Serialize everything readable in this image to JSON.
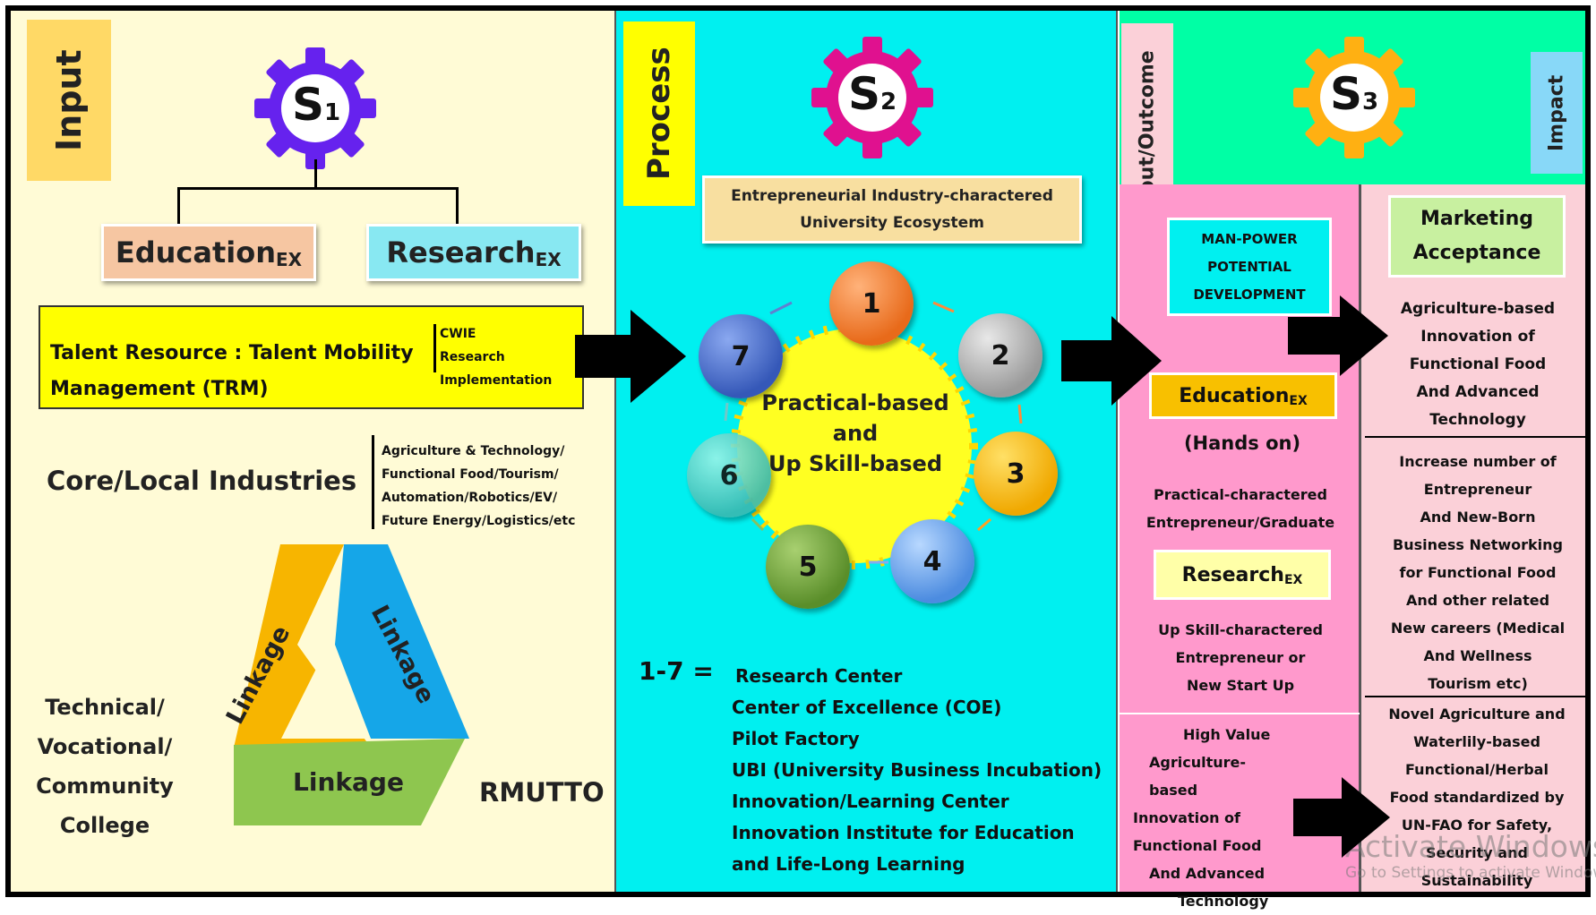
{
  "input": {
    "label": "Input",
    "gear_text": "S",
    "gear_sub": "1",
    "education": "Education",
    "education_sub": "EX",
    "research": "Research",
    "research_sub": "EX",
    "trm_line1": "Talent Resource : Talent Mobility",
    "trm_line2": "Management (TRM)",
    "trm_side": [
      "CWIE",
      "Research",
      "Implementation"
    ],
    "core_local": "Core/Local Industries",
    "industries": [
      "Agriculture & Technology/",
      "Functional Food/Tourism/",
      "Automation/Robotics/EV/",
      "Future Energy/Logistics/etc"
    ],
    "linkage": "Linkage",
    "technical": [
      "Technical/",
      "Vocational/",
      "Community",
      "College"
    ],
    "rmutto": "RMUTTO"
  },
  "process": {
    "label": "Process",
    "gear_text": "S",
    "gear_sub": "2",
    "ecosystem_line1": "Entrepreneurial Industry-charactered",
    "ecosystem_line2": "University Ecosystem",
    "center_text": [
      "Practical-based",
      "and",
      "Up Skill-based"
    ],
    "balls": [
      "1",
      "2",
      "3",
      "4",
      "5",
      "6",
      "7"
    ],
    "legend_key": "1-7 =",
    "legend_items": [
      "Research Center",
      "Center of Excellence (COE)",
      "Pilot Factory",
      "UBI (University Business Incubation)",
      "Innovation/Learning Center",
      "Innovation Institute for Education",
      "and Life-Long Learning"
    ]
  },
  "output": {
    "label": "Output/Outcome",
    "gear_text": "S",
    "gear_sub": "3",
    "manpower": [
      "MAN-POWER",
      "POTENTIAL",
      "DEVELOPMENT"
    ],
    "education": "Education",
    "education_sub": "EX",
    "hands_on": "(Hands on)",
    "practical": [
      "Practical-charactered",
      "Entrepreneur/Graduate"
    ],
    "research": "Research",
    "research_sub": "EX",
    "upskill": [
      "Up Skill-charactered",
      "Entrepreneur or",
      "New Start Up"
    ],
    "high_value": [
      "High Value",
      "Agriculture-based",
      "Innovation of",
      "Functional Food",
      "And Advanced",
      "Technology"
    ]
  },
  "impact": {
    "label": "Impact",
    "marketing": [
      "Marketing",
      "Acceptance"
    ],
    "block1": [
      "Agriculture-based",
      "Innovation of",
      "Functional Food",
      "And Advanced",
      "Technology"
    ],
    "block2": [
      "Increase number of",
      "Entrepreneur",
      "And New-Born",
      "Business Networking",
      "for Functional Food",
      "And other related",
      "New careers (Medical",
      "And Wellness",
      "Tourism etc)"
    ],
    "block3": [
      "Novel Agriculture and",
      "Waterlily-based",
      "Functional/Herbal",
      "Food standardized by",
      "UN-FAO for Safety,",
      "Security and",
      "Sustainability"
    ],
    "watermark1": "Activate Windows",
    "watermark2": "Go to Settings to activate Windows."
  },
  "colors": {
    "input_bg": "#fffbd6",
    "process_bg": "#00f0f0",
    "output_bg": "#ff99cc",
    "impact_bg": "#fbd0d8",
    "header_green": "#00ffa5",
    "gear1": "#6622ee",
    "gear2": "#e0118f",
    "gear3": "#ffb012"
  }
}
